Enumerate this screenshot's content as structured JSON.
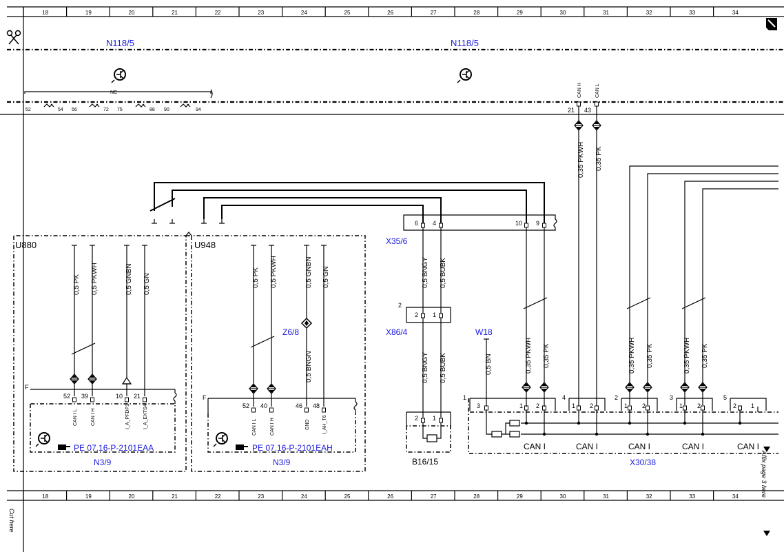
{
  "grid": {
    "columns": [
      "18",
      "19",
      "20",
      "21",
      "22",
      "23",
      "24",
      "25",
      "26",
      "27",
      "28",
      "29",
      "30",
      "31",
      "32",
      "33",
      "34"
    ]
  },
  "margin": {
    "cut_here": "Cut here",
    "affix": "Affix page 3 here"
  },
  "top": {
    "n118_left": "N118/5",
    "n118_right": "N118/5",
    "nc": "NC",
    "pins_bottom": [
      "52",
      "54",
      "56",
      "72",
      "75",
      "88",
      "90",
      "94"
    ],
    "can_h": "CAN H",
    "can_l": "CAN L",
    "pin21": "21",
    "pin43": "43",
    "wire_pkwh": "0,35 PKWH",
    "wire_pk": "0,35 PK"
  },
  "u880": {
    "label": "U880",
    "wires": [
      "0,5 PK",
      "0,5 PKWH",
      "0,5 GNBN",
      "0,5 GN"
    ],
    "pins": [
      "52",
      "39",
      "10",
      "21"
    ],
    "pin_names": [
      "CAN I L",
      "CAN I H",
      "I_A_PFDP1",
      "I_A_EXTS4"
    ],
    "ref": "PE 07.16-P-2101EAA",
    "module": "N3/9",
    "frame_letter": "F"
  },
  "u948": {
    "label": "U948",
    "wires": [
      "0,5 PK",
      "0,5 PKWH",
      "0,5 GNBN",
      "0,5 GN"
    ],
    "bottom_wire": "0,5 BNGN",
    "splice": "Z6/8",
    "pins": [
      "52",
      "40",
      "46",
      "48"
    ],
    "pin_names": [
      "CAN I L",
      "CAN I H",
      "GND",
      "I_AH_T6"
    ],
    "ref": "PE 07.16-P-2101EAH",
    "module": "N3/9",
    "frame_letter": "F"
  },
  "x35": {
    "label": "X35/6",
    "pins": [
      "6",
      "4",
      "10",
      "9"
    ]
  },
  "x86": {
    "label": "X86/4",
    "side": "2",
    "pins": [
      "2",
      "1"
    ],
    "wires_top": [
      "0,5 BNGY",
      "0,5 BUBK"
    ],
    "wires_bottom": [
      "0,5 BNGY",
      "0,5 BUBK"
    ]
  },
  "b16": {
    "label": "B16/15",
    "pins": [
      "2",
      "1"
    ]
  },
  "w18": {
    "label": "W18",
    "wire": "0,5 BN"
  },
  "x30": {
    "label": "X30/38",
    "groups": [
      "1",
      "4",
      "2",
      "3",
      "5"
    ],
    "pin_a": "1",
    "pin_b": "2",
    "pin_3": "3",
    "can": [
      "CAN I",
      "CAN I",
      "CAN I",
      "CAN I",
      "CAN I"
    ],
    "wires": [
      "0,35 PKWH",
      "0,35 PK",
      "0,35 PKWH",
      "0,35 PK",
      "0,35 PKWH",
      "0,35 PK"
    ]
  }
}
